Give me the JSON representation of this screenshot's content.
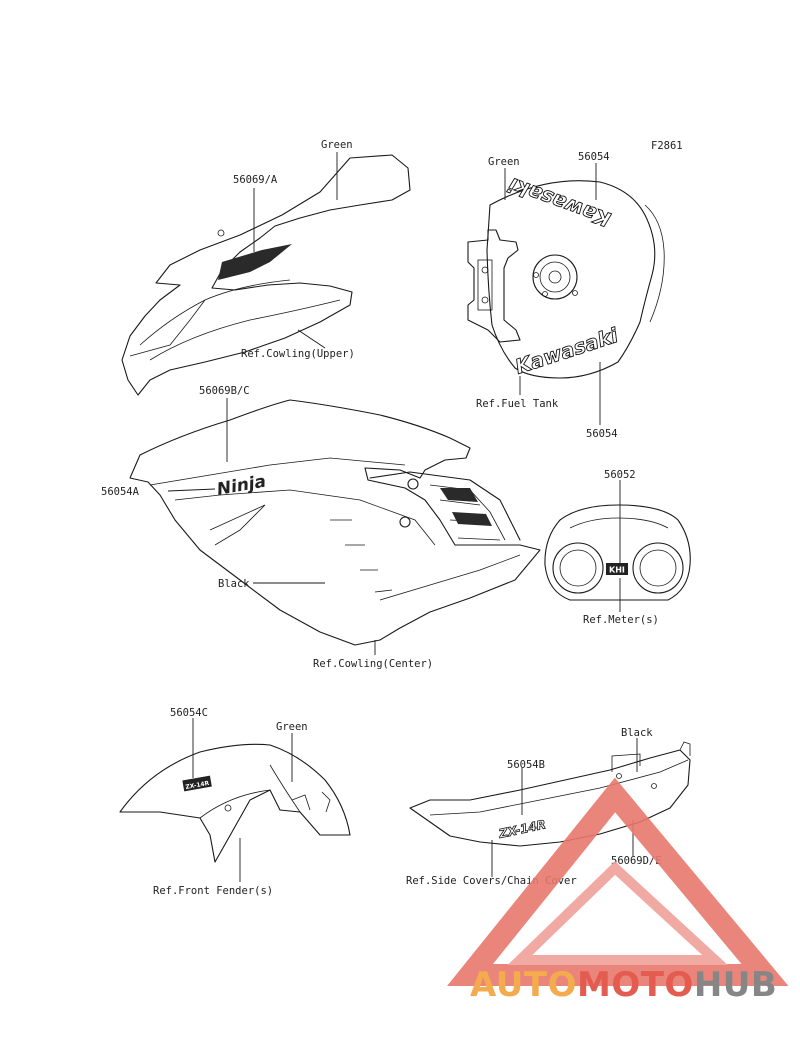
{
  "figure_code": "F2861",
  "upper": {
    "label_green": "Green",
    "label_part": "56069/A",
    "label_ref": "Ref.Cowling(Upper)"
  },
  "tank": {
    "label_green": "Green",
    "label_part_top": "56054",
    "label_part_bottom": "56054",
    "label_ref": "Ref.Fuel Tank",
    "brand_text": "Kawasaki"
  },
  "center": {
    "label_part_bc": "56069B/C",
    "label_part_a": "56054A",
    "label_black": "Black",
    "label_ref": "Ref.Cowling(Center)",
    "model_text": "Ninja"
  },
  "meter": {
    "label_part": "56052",
    "label_ref": "Ref.Meter(s)",
    "logo_text": "KHI"
  },
  "fender": {
    "label_part": "56054C",
    "label_green": "Green",
    "label_ref": "Ref.Front Fender(s)",
    "logo_text": "ZX-14R"
  },
  "side": {
    "label_black": "Black",
    "label_part_b": "56054B",
    "label_part_de": "56069D/E",
    "label_ref": "Ref.Side Covers/Chain Cover",
    "model_text": "ZX-14R"
  },
  "watermark": {
    "part1": "AUTO",
    "part2": "MOTO",
    "part3": "HUB",
    "color1": "#f2a23a",
    "color2": "#e04b3c",
    "color3": "#7a7a7a"
  }
}
